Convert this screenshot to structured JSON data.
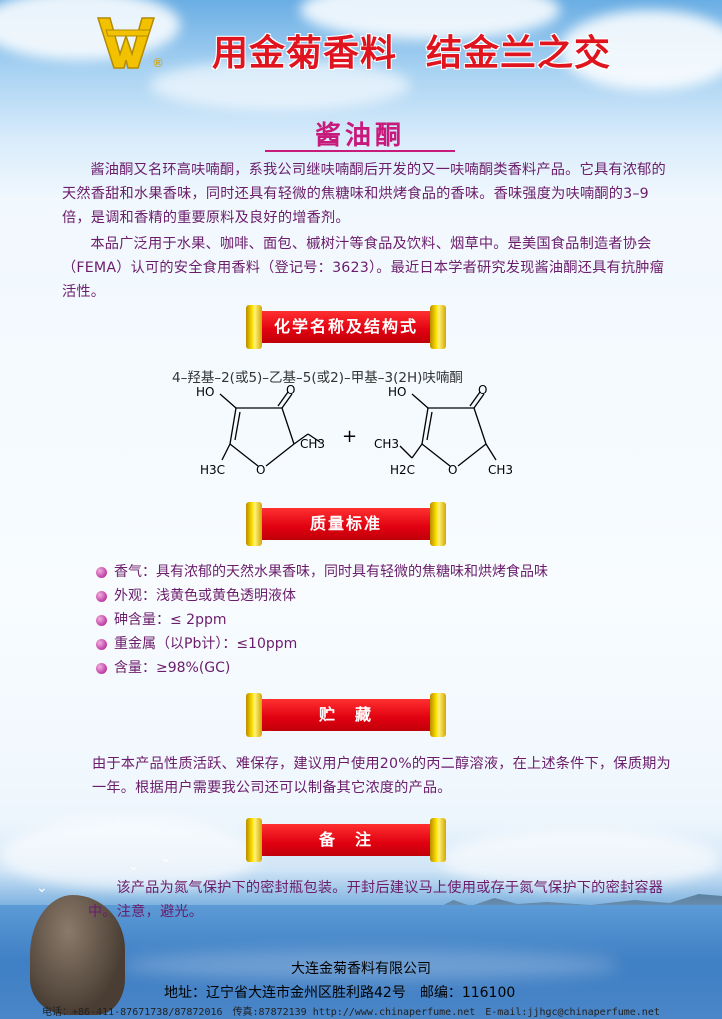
{
  "header": {
    "slogan_left": "用金菊香料",
    "slogan_right": "结金兰之交",
    "registered_mark": "®"
  },
  "product": {
    "title": "酱油酮",
    "intro_1": "酱油酮又名环高呋喃酮，系我公司继呋喃酮后开发的又一呋喃酮类香料产品。它具有浓郁的天然香甜和水果香味，同时还具有轻微的焦糖味和烘烤食品的香味。香味强度为呋喃酮的3–9倍，是调和香精的重要原料及良好的增香剂。",
    "intro_2": "本品广泛用于水果、咖啡、面包、槭树汁等食品及饮料、烟草中。是美国食品制造者协会（FEMA）认可的安全食用香料（登记号：3623）。最近日本学者研究发现酱油酮还具有抗肿瘤活性。"
  },
  "sections": {
    "chem": "化学名称及结构式",
    "quality": "质量标准",
    "storage": "贮　藏",
    "notes": "备　注"
  },
  "chemistry": {
    "name": "4–羟基–2(或5)–乙基–5(或2)–甲基–3(2H)呋喃酮",
    "structure_a": {
      "ho": "HO",
      "ring_o": "O",
      "carbonyl_o": "O",
      "ch3": "CH3",
      "h3c": "H3C"
    },
    "plus": "+",
    "structure_b": {
      "ho": "HO",
      "ring_o": "O",
      "carbonyl_o": "O",
      "ch3_top": "CH3",
      "h2c": "H2C",
      "ch3_right": "CH3"
    }
  },
  "specs": [
    "香气：具有浓郁的天然水果香味，同时具有轻微的焦糖味和烘烤食品味",
    "外观：浅黄色或黄色透明液体",
    "砷含量：≤ 2ppm",
    "重金属（以Pb计）：≤10ppm",
    "含量：≥98%(GC)"
  ],
  "storage_text": "由于本产品性质活跃、难保存，建议用户使用20%的丙二醇溶液，在上述条件下，保质期为一年。根据用户需要我公司还可以制备其它浓度的产品。",
  "notes_text": "该产品为氮气保护下的密封瓶包装。开封后建议马上使用或存于氮气保护下的密封容器中。注意，避光。",
  "footer": {
    "company": "大连金菊香料有限公司",
    "address": "地址：辽宁省大连市金州区胜利路42号　邮编：116100",
    "contact": "电话：+86-411-87671738/87872016　传真:87872139 http://www.chinaperfume.net　E-mail:jjhgc@chinaperfume.net"
  },
  "colors": {
    "slogan": "#e0141e",
    "text": "#6b1d6b",
    "title": "#c81a7a",
    "scroll_bar": "#e00010",
    "scroll_rod": "#ffe100"
  }
}
